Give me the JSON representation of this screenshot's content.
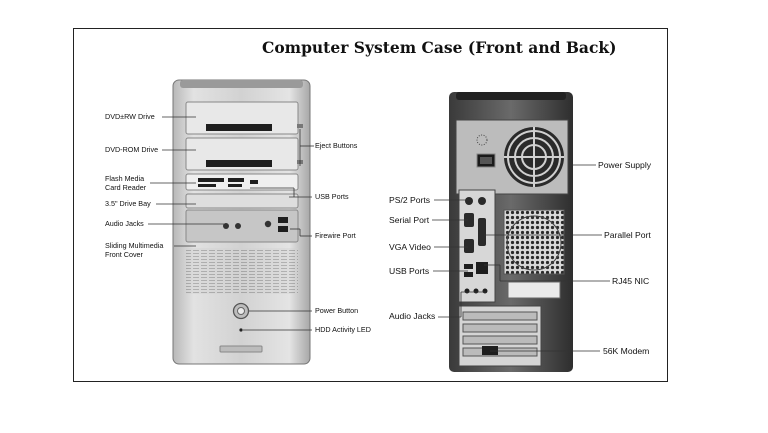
{
  "title": "Computer System Case (Front and Back)",
  "front_labels": {
    "dvd_rw": "DVD±RW Drive",
    "dvd_rom": "DVD-ROM Drive",
    "flash_reader_1": "Flash Media",
    "flash_reader_2": "Card Reader",
    "drive_bay": "3.5\" Drive Bay",
    "audio_jacks": "Audio Jacks",
    "sliding_cover_1": "Sliding Multimedia",
    "sliding_cover_2": "Front Cover",
    "eject_buttons": "Eject Buttons",
    "usb_ports": "USB Ports",
    "firewire_port": "Firewire Port",
    "power_button": "Power Button",
    "hdd_led": "HDD Activity LED"
  },
  "back_labels": {
    "ps2_ports": "PS/2 Ports",
    "serial_port": "Serial Port",
    "vga_video": "VGA Video",
    "usb_ports": "USB Ports",
    "audio_jacks": "Audio Jacks",
    "power_supply": "Power Supply",
    "parallel_port": "Parallel Port",
    "rj45_nic": "RJ45 NIC",
    "modem": "56K Modem"
  }
}
